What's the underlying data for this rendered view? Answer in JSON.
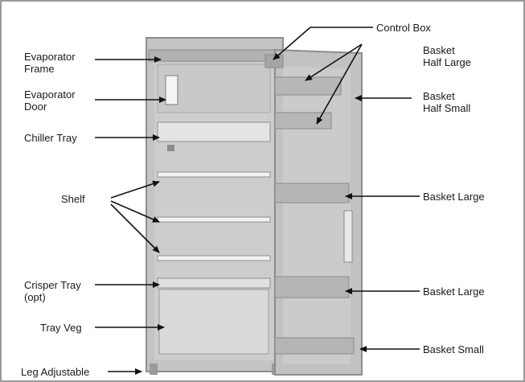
{
  "labels": {
    "evaporator_frame": "Evaporator\nFrame",
    "evaporator_door": "Evaporator\nDoor",
    "chiller_tray": "Chiller Tray",
    "shelf": "Shelf",
    "crisper_tray": "Crisper Tray\n(opt)",
    "tray_veg": "Tray Veg",
    "leg_adjustable": "Leg Adjustable",
    "control_box": "Control Box",
    "basket_half_large": "Basket\nHalf Large",
    "basket_half_small": "Basket\nHalf Small",
    "basket_large_1": "Basket Large",
    "basket_large_2": "Basket Large",
    "basket_small": "Basket Small"
  },
  "colors": {
    "cabinet": "#c6c6c6",
    "cabinet_dark": "#8d8d8d",
    "interior": "#cfcfcf",
    "line": "#111111",
    "frame": "#777777"
  }
}
